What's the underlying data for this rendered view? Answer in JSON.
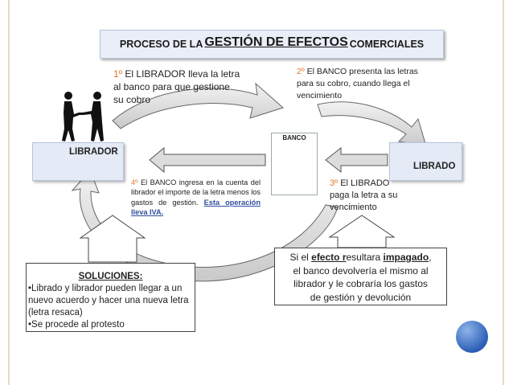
{
  "title": {
    "part1": "PROCESO DE LA ",
    "part2": "GESTIÓN DE EFECTOS ",
    "part3": "COMERCIALES"
  },
  "steps": {
    "step1": {
      "num": "1º",
      "lines": [
        "El LIBRADOR lleva la letra",
        "al banco para que gestione",
        "su cobro"
      ]
    },
    "step2": {
      "num": "2º",
      "lines": [
        "El BANCO presenta las letras",
        "para su cobro, cuando llega el",
        "vencimiento"
      ]
    },
    "step3": {
      "num": "3º",
      "lines": [
        "El LIBRADO",
        "paga la letra a su",
        "vencimiento"
      ]
    },
    "step4": {
      "num": "4º",
      "text": "El BANCO ingresa en la cuenta del librador el importe de la letra menos los gastos de gestión.",
      "highlight": "Esta operación lleva IVA."
    }
  },
  "nodes": {
    "librador": "LIBRADOR",
    "librado": "LIBRADO",
    "banco": "BANCO"
  },
  "impagado": {
    "pre": "Si el ",
    "efecto": "efecto r",
    "mid": "esultara ",
    "impagado": "impagado",
    "post": ",",
    "lines": [
      "el banco devolvería el  mismo al",
      "librador y le cobraría los gastos",
      "de gestión y devolución"
    ]
  },
  "soluciones": {
    "heading": "SOLUCIONES:",
    "items": [
      "•Librado y librador pueden llegar a un nuevo acuerdo y hacer una nueva letra (letra resaca)",
      "•Se procede al protesto"
    ]
  },
  "colors": {
    "accent": "#e6752a",
    "box_fill": "#e4eaf6",
    "arrow_fill": "#d9d9d9",
    "link_blue": "#2f4f9f",
    "circle_blue": "#2b5fb7"
  }
}
